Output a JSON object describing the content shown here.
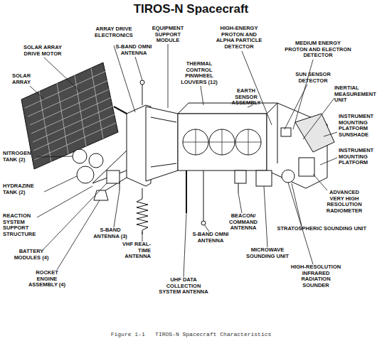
{
  "diagram": {
    "title": "TIROS-N Spacecraft",
    "caption": "Figure 1-1   TIROS-N Spacecraft Characteristics",
    "labels": [
      "SOLAR ARRAY DRIVE MOTOR",
      "ARRAY DRIVE ELECTRONICS",
      "EQUIPMENT SUPPORT MODULE",
      "S-BAND OMNI ANTENNA",
      "HIGH-ENERGY PROTON AND ALPHA PARTICLE DETECTOR",
      "MEDIUM ENERGY PROTON AND ELECTRON DETECTOR",
      "THERMAL CONTROL PINWHEEL LOUVERS (12)",
      "SOLAR ARRAY",
      "SUN SENSOR DETECTOR",
      "EARTH SENSOR ASSEMBLY",
      "INERTIAL MEASUREMENT UNIT",
      "INSTRUMENT MOUNTING PLATFORM SUNSHADE",
      "INSTRUMENT MOUNTING PLATFORM",
      "NITROGEN TANK (2)",
      "HYDRAZINE TANK (2)",
      "ADVANCED VERY HIGH RESOLUTION RADIOMETER",
      "REACTION SYSTEM SUPPORT STRUCTURE",
      "S-BAND ANTENNA (3)",
      "VHF REAL-TIME ANTENNA",
      "BEACON/ COMMAND ANTENNA",
      "S-BAND OMNI ANTENNA",
      "STRATOSPHERIC SOUNDING UNIT",
      "MICROWAVE SOUNDING UNIT",
      "BATTERY MODULES (4)",
      "ROCKET ENGINE ASSEMBLY (4)",
      "HIGH-RESOLUTION INFRARED RADIATION SOUNDER",
      "UHF DATA COLLECTION SYSTEM ANTENNA"
    ]
  }
}
